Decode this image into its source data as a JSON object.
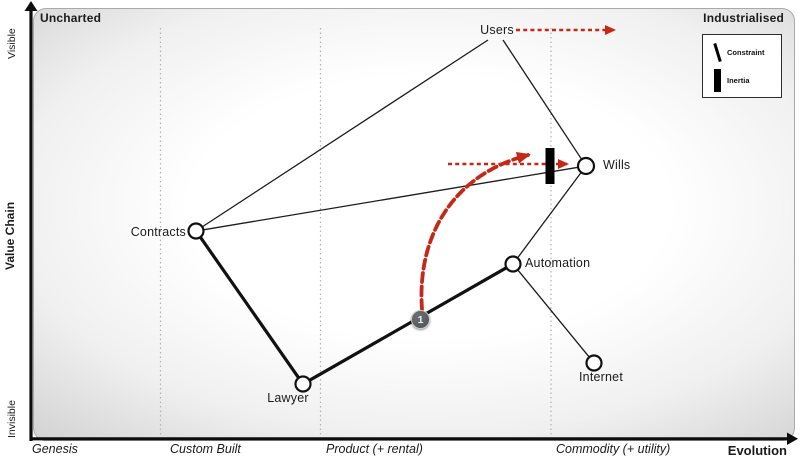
{
  "frame": {
    "top_left_label": "Uncharted",
    "top_right_label": "Industrialised"
  },
  "y_axis": {
    "title": "Value Chain",
    "top": "Visible",
    "bottom": "Invisible"
  },
  "x_axis": {
    "title": "Evolution",
    "stages": [
      "Genesis",
      "Custom Built",
      "Product (+ rental)",
      "Commodity (+ utility)"
    ]
  },
  "legend": {
    "items": [
      {
        "icon": "constraint-line-icon",
        "label": "Constraint"
      },
      {
        "icon": "inertia-bar-icon",
        "label": "Inertia"
      }
    ]
  },
  "nodes": {
    "users": {
      "label": "Users"
    },
    "contracts": {
      "label": "Contracts"
    },
    "wills": {
      "label": "Wills"
    },
    "automation": {
      "label": "Automation"
    },
    "lawyer": {
      "label": "Lawyer"
    },
    "internet": {
      "label": "Internet"
    }
  },
  "annotations": {
    "move_marker": "1"
  },
  "colors": {
    "movement_red": "#c62817",
    "ink": "#111111",
    "inertia_bar": "#000000"
  },
  "map_data": {
    "type": "wardley-map",
    "nodes": [
      {
        "id": "users",
        "label": "Users",
        "stage": "Product (+ rental)",
        "visibility": "high",
        "has_circle": false
      },
      {
        "id": "contracts",
        "label": "Contracts",
        "stage": "Custom Built",
        "visibility": "mid-high",
        "has_circle": true
      },
      {
        "id": "wills",
        "label": "Wills",
        "stage": "Commodity (+ utility)",
        "visibility": "mid-high",
        "has_circle": true,
        "inertia": true
      },
      {
        "id": "automation",
        "label": "Automation",
        "stage": "Product (+ rental)",
        "visibility": "mid",
        "has_circle": true
      },
      {
        "id": "lawyer",
        "label": "Lawyer",
        "stage": "Custom Built",
        "visibility": "low",
        "has_circle": true
      },
      {
        "id": "internet",
        "label": "Internet",
        "stage": "Commodity (+ utility)",
        "visibility": "low",
        "has_circle": true
      }
    ],
    "edges": [
      {
        "from": "users",
        "to": "contracts",
        "weight": "thin"
      },
      {
        "from": "users",
        "to": "wills",
        "weight": "thin"
      },
      {
        "from": "contracts",
        "to": "wills",
        "weight": "thin"
      },
      {
        "from": "contracts",
        "to": "lawyer",
        "weight": "thick"
      },
      {
        "from": "lawyer",
        "to": "automation",
        "weight": "thick"
      },
      {
        "from": "automation",
        "to": "wills",
        "weight": "thin"
      },
      {
        "from": "automation",
        "to": "internet",
        "weight": "thin"
      }
    ],
    "movements": [
      {
        "marker": "1",
        "from": "lawyer-automation midpoint",
        "to": "wills (blocked by inertia bar)",
        "style": "red dashed curved arrow"
      },
      {
        "from": "users",
        "direction": "right toward industrialised",
        "style": "red dashed arrow"
      },
      {
        "from": "left of inertia bar",
        "to": "wills",
        "style": "red dashed straight arrow"
      }
    ]
  }
}
